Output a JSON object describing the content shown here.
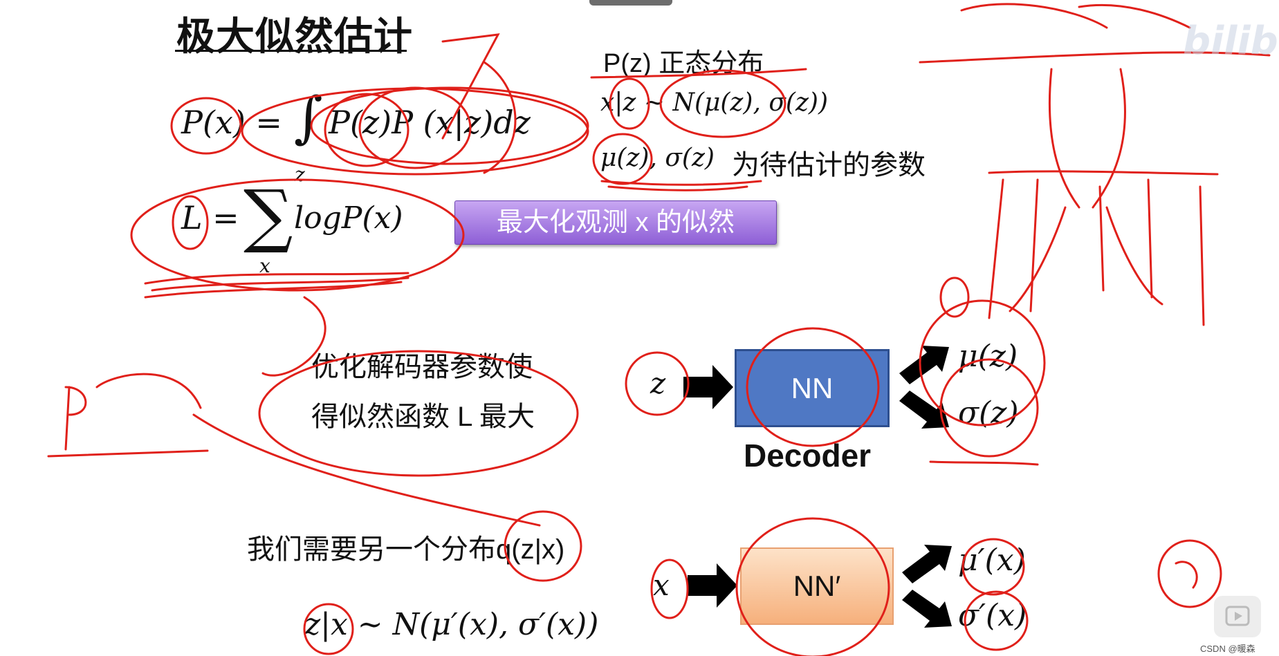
{
  "slide": {
    "title": "极大似然估计",
    "eq_px_lhs": "P(x) =",
    "eq_px_integral": "∫",
    "eq_px_sub": "z",
    "eq_px_rhs": "P(z)P (x|z)dz",
    "eq_L_lhs": "L =",
    "eq_L_sigma": "∑",
    "eq_L_sub": "x",
    "eq_L_rhs": "logP(x)",
    "maximize_label": "最大化观测 x 的似然",
    "pz_label": "P(z)  正态分布",
    "pz_distribution": "x|z ~ N(μ(z), σ(z))",
    "params_math": "μ(z), σ(z)",
    "params_text": "为待估计的参数",
    "optimize_line1": "优化解码器参数使",
    "optimize_line2": "得似然函数 L 最大",
    "decoder": {
      "input": "z",
      "box_label": "NN",
      "caption": "Decoder",
      "out_mu": "μ(z)",
      "out_sigma": "σ(z)"
    },
    "q_text": "我们需要另一个分布q(z|x)",
    "q_formula": "z|x ~ N(μ′(x), σ′(x))",
    "encoder": {
      "input": "x",
      "box_label": "NN′",
      "out_mu": "μ′(x)",
      "out_sigma": "σ′(x)"
    }
  },
  "overlay": {
    "watermark": "bilibili",
    "credit": "CSDN @暖森"
  },
  "colors": {
    "ink": "#e0201a",
    "nn_box": "#4f78c4",
    "nn2_box": "#f6b07c",
    "label_purple": "#9b6fe0"
  }
}
